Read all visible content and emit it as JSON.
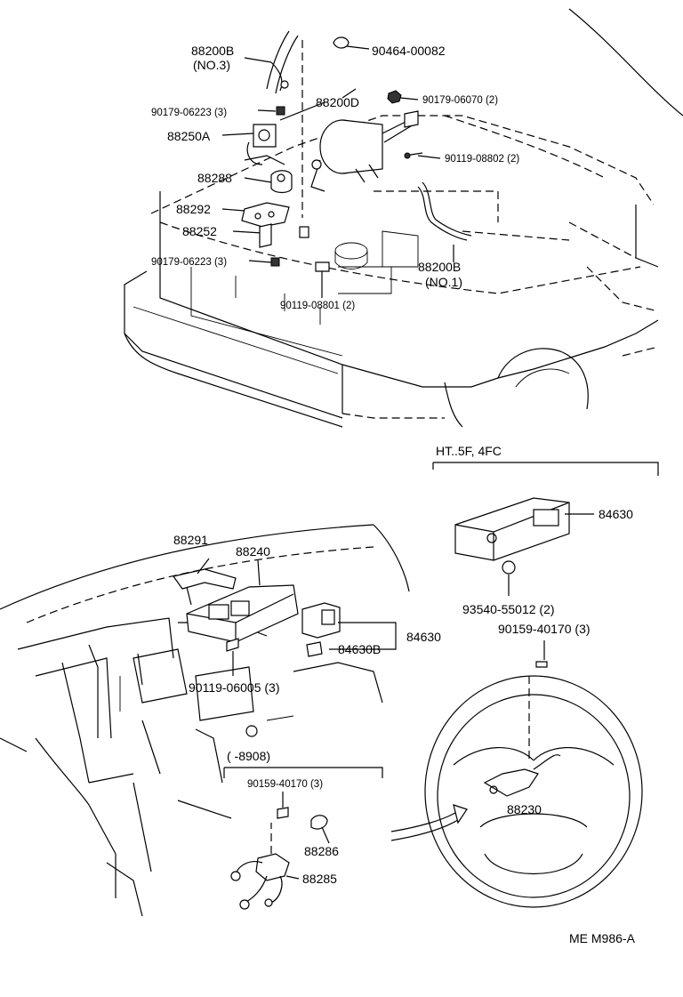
{
  "labels": {
    "p88200b_no3": "88200B",
    "p88200b_no3_sub": "(NO.3)",
    "p90464": "90464-00082",
    "p90179_06070": "90179-06070 (2)",
    "p90179_06223_a": "90179-06223 (3)",
    "p88200d": "88200D",
    "p88250a": "88250A",
    "p90119_08802": "90119-08802 (2)",
    "p88288": "88288",
    "p88292": "88292",
    "p88252": "88252",
    "p90179_06223_b": "90179-06223 (3)",
    "p88200b_no1": "88200B",
    "p88200b_no1_sub": "(NO.1)",
    "p90119_08801": "90119-08801 (2)",
    "variant_bracket": "HT..5F, 4FC",
    "p84630_top": "84630",
    "p93540": "93540-55012 (2)",
    "p90159_40170_r": "90159-40170 (3)",
    "p88291": "88291",
    "p88240": "88240",
    "p84630_mid": "84630",
    "p84630b": "84630B",
    "p90119_06005": "90119-06005 (3)",
    "date_bracket": "(    -8908)",
    "p90159_40170_b": "90159-40170 (3)",
    "p88286": "88286",
    "p88285": "88285",
    "p88230": "88230",
    "footer_code": "ME  M986-A"
  }
}
